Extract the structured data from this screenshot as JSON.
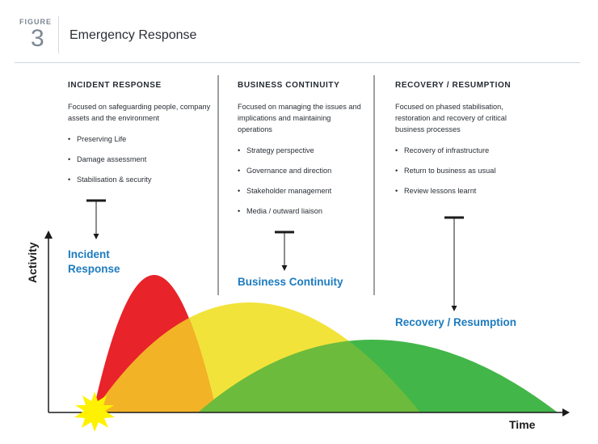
{
  "header": {
    "figure_label": "FIGURE",
    "figure_number": "3",
    "title": "Emergency Response"
  },
  "columns": [
    {
      "heading": "INCIDENT RESPONSE",
      "description": "Focused on safeguarding people, company assets and the environment",
      "items": [
        "Preserving Life",
        "Damage assessment",
        "Stabilisation & security"
      ]
    },
    {
      "heading": "BUSINESS CONTINUITY",
      "description": "Focused on managing the issues and implications and maintaining operations",
      "items": [
        "Strategy perspective",
        "Governance and direction",
        "Stakeholder management",
        "Media / outward liaison"
      ]
    },
    {
      "heading": "RECOVERY / RESUMPTION",
      "description": "Focused on phased stabilisation, restoration and recovery of critical business processes",
      "items": [
        "Recovery of infrastructure",
        "Return to business as usual",
        "Review lessons learnt"
      ]
    }
  ],
  "stages": {
    "incident_line1": "Incident",
    "incident_line2": "Response",
    "continuity": "Business Continuity",
    "recovery": "Recovery / Resumption"
  },
  "axes": {
    "y_label": "Activity",
    "x_label": "Time"
  },
  "colors": {
    "incident": "#e8232a",
    "continuity": "#f2e33a",
    "recovery": "#43b649",
    "overlap_incident_continuity": "#f3b327",
    "overlap_continuity_recovery": "#6dbb3c",
    "label_blue": "#1c7bbf",
    "burst": "#fff200"
  }
}
